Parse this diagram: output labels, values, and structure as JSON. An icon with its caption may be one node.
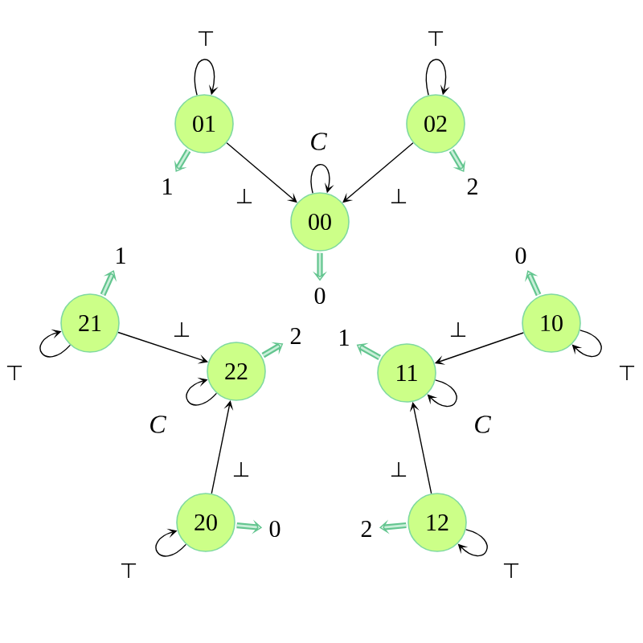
{
  "diagram": {
    "nodes": [
      {
        "text": [
          "01"
        ]
      },
      {
        "text": [
          "02"
        ]
      },
      {
        "text": [
          "1"
        ]
      },
      {
        "text": [
          "2"
        ]
      },
      {
        "text": [
          "00"
        ]
      },
      {
        "text": [
          "1"
        ]
      },
      {
        "text": [
          "0"
        ]
      },
      {
        "text": [
          "0"
        ]
      },
      {
        "text": [
          "21"
        ]
      },
      {
        "text": [
          "10"
        ]
      },
      {
        "text": [
          "2"
        ]
      },
      {
        "text": [
          "1"
        ]
      },
      {
        "text": [
          "22"
        ]
      },
      {
        "text": [
          "11"
        ]
      },
      {
        "text": [
          "20"
        ]
      },
      {
        "text": [
          "0"
        ]
      },
      {
        "text": [
          "2"
        ]
      },
      {
        "text": [
          "12"
        ]
      }
    ],
    "edges": [
      {
        "from": 0,
        "to": 0,
        "arrow": "to",
        "label": "⊤"
      },
      {
        "from": 0,
        "to": 2,
        "arrow": "to",
        "style": "thick",
        "color": "#63c58f"
      },
      {
        "from": 0,
        "to": 4,
        "arrow": "to",
        "label": "⊥"
      },
      {
        "from": 1,
        "to": 1,
        "arrow": "to",
        "label": "⊤"
      },
      {
        "from": 1,
        "to": 3,
        "arrow": "to",
        "style": "thick",
        "color": "#63c58f"
      },
      {
        "from": 1,
        "to": 4,
        "arrow": "to",
        "label": "⊥"
      },
      {
        "from": 4,
        "to": 4,
        "arrow": "to",
        "label": "C"
      },
      {
        "from": 4,
        "to": 7,
        "arrow": "to",
        "style": "thick",
        "color": "#63c58f"
      },
      {
        "from": 8,
        "to": 8,
        "arrow": "to",
        "label": "⊤"
      },
      {
        "from": 8,
        "to": 5,
        "arrow": "to",
        "style": "thick",
        "color": "#63c58f"
      },
      {
        "from": 8,
        "to": 12,
        "arrow": "to",
        "label": "⊥"
      },
      {
        "from": 9,
        "to": 9,
        "arrow": "to",
        "label": "⊤"
      },
      {
        "from": 9,
        "to": 6,
        "arrow": "to",
        "style": "thick",
        "color": "#63c58f"
      },
      {
        "from": 9,
        "to": 13,
        "arrow": "to",
        "label": "⊥"
      },
      {
        "from": 12,
        "to": 12,
        "arrow": "to",
        "label": "C"
      },
      {
        "from": 12,
        "to": 10,
        "arrow": "to",
        "style": "thick",
        "color": "#63c58f"
      },
      {
        "from": 13,
        "to": 13,
        "arrow": "to",
        "label": "C"
      },
      {
        "from": 13,
        "to": 11,
        "arrow": "to",
        "style": "thick",
        "color": "#63c58f"
      },
      {
        "from": 14,
        "to": 14,
        "arrow": "to",
        "label": "⊤"
      },
      {
        "from": 14,
        "to": 15,
        "arrow": "to",
        "style": "thick",
        "color": "#63c58f"
      },
      {
        "from": 14,
        "to": 12,
        "arrow": "to",
        "label": "⊥"
      },
      {
        "from": 17,
        "to": 17,
        "arrow": "to",
        "label": "⊤"
      },
      {
        "from": 17,
        "to": 16,
        "arrow": "to",
        "style": "thick",
        "color": "#63c58f"
      },
      {
        "from": 17,
        "to": 13,
        "arrow": "to",
        "label": "⊥"
      }
    ]
  }
}
